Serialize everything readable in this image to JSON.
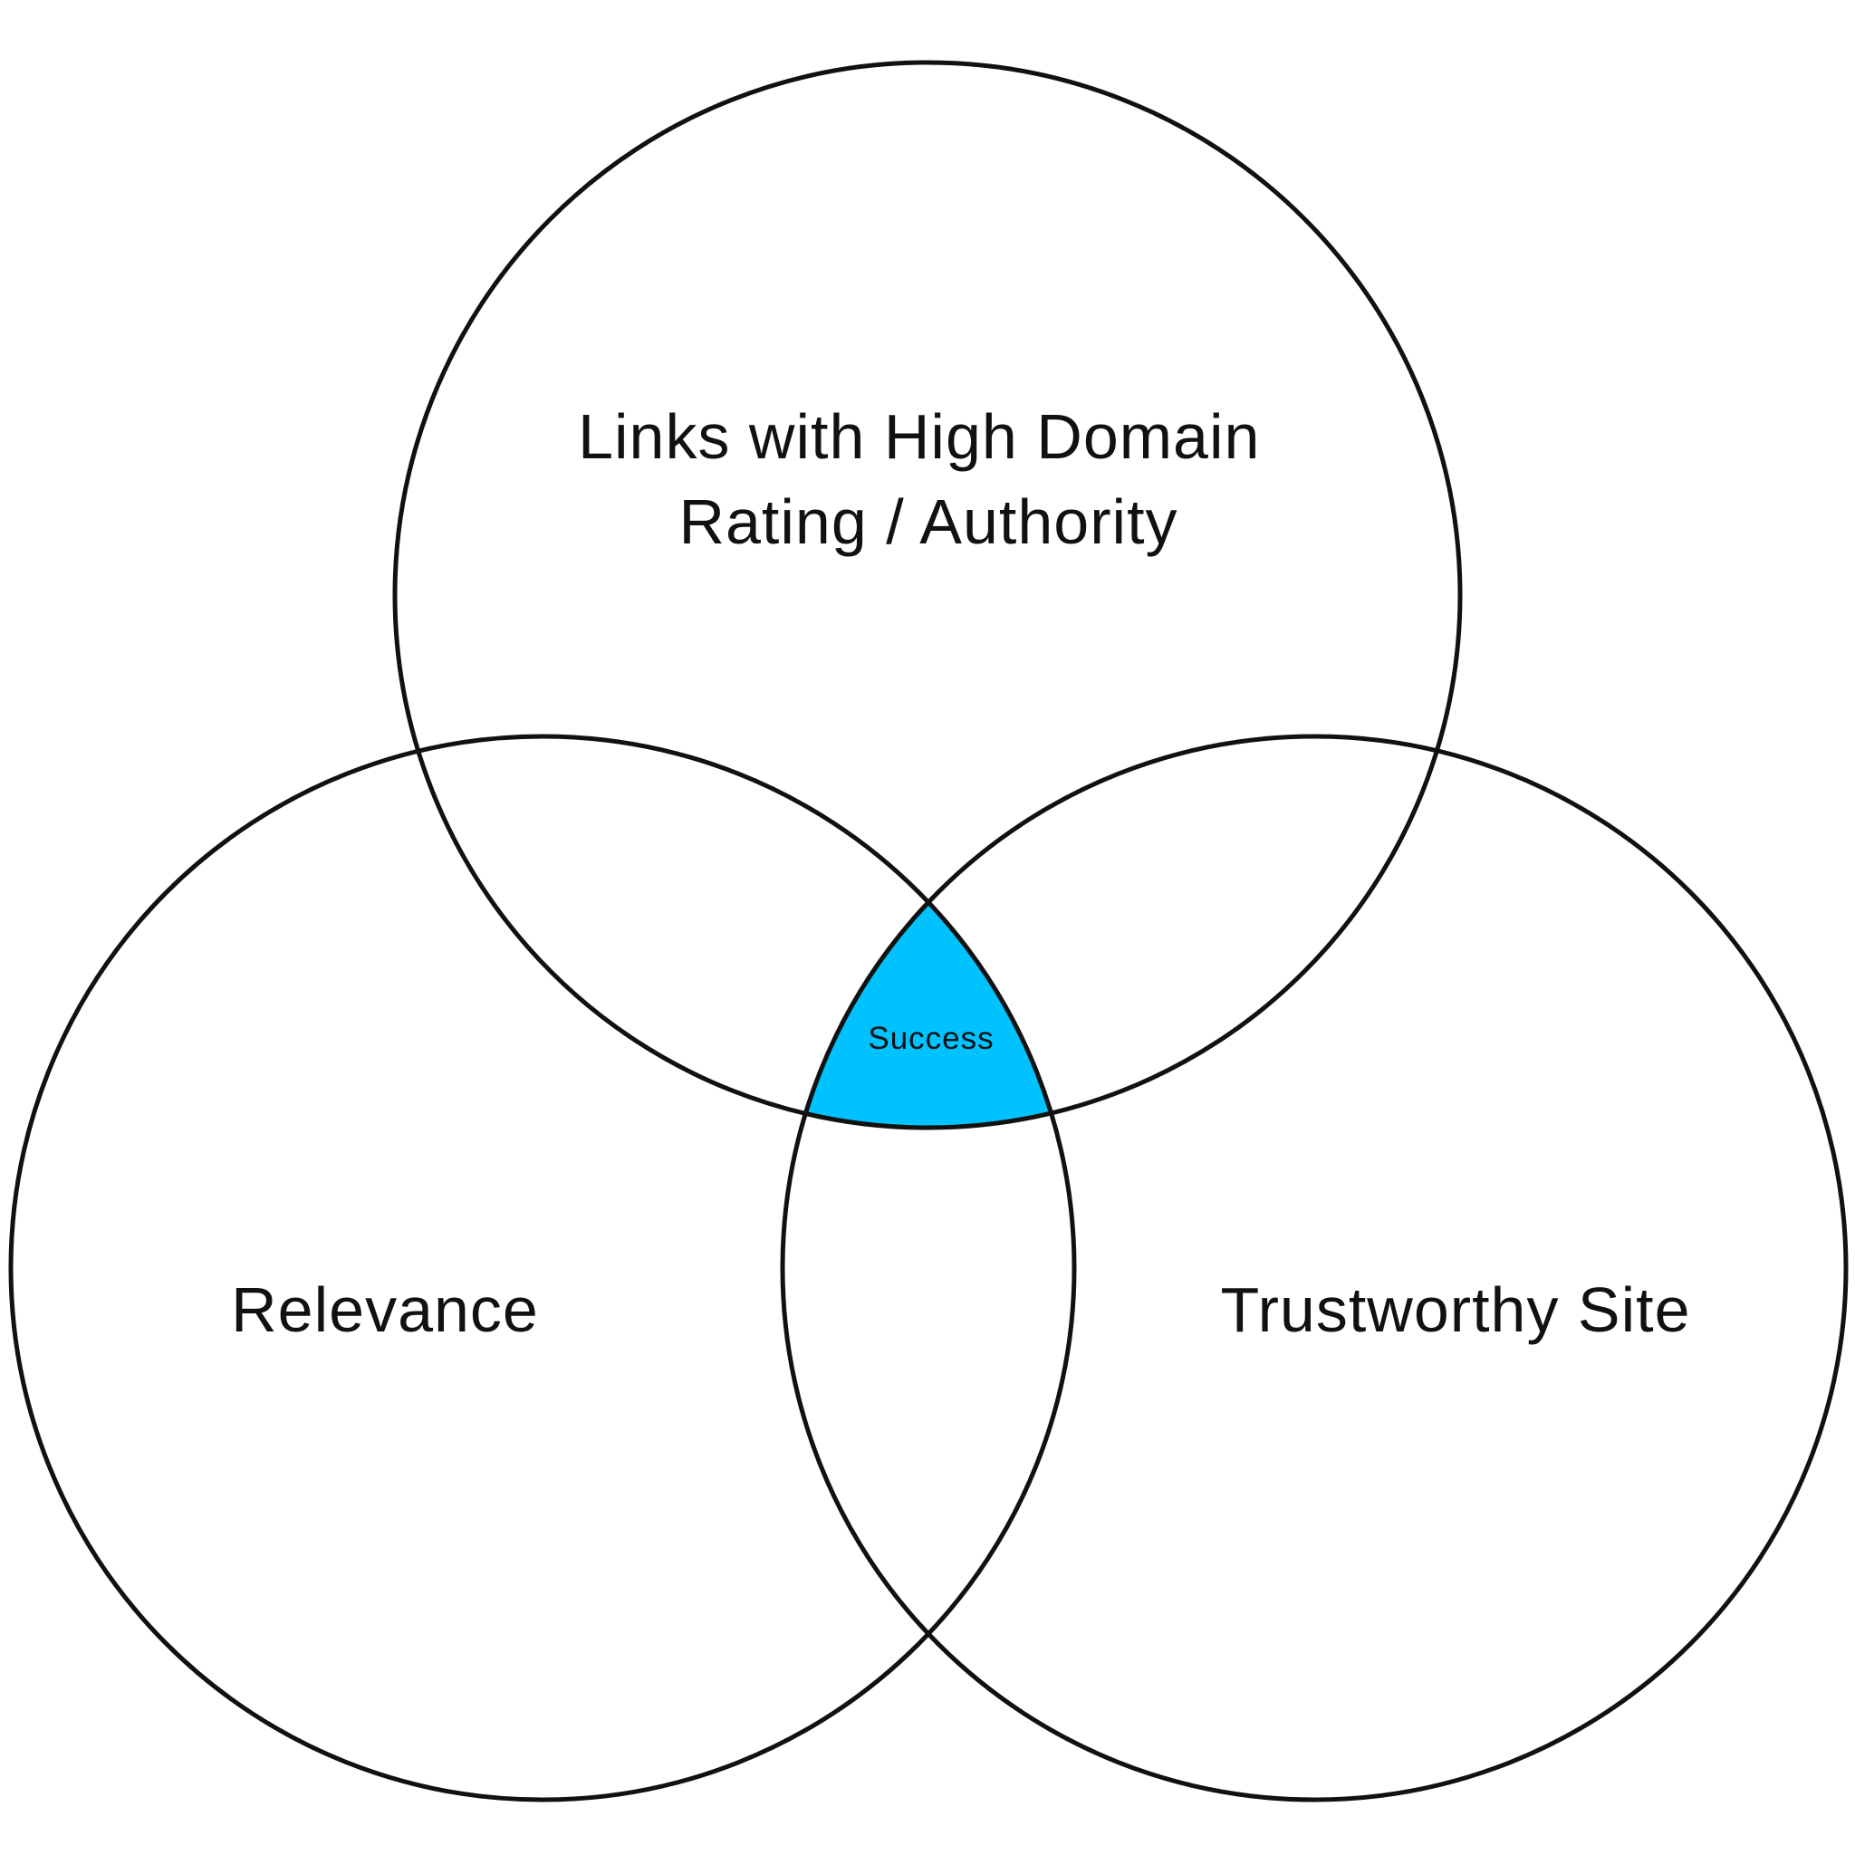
{
  "diagram": {
    "type": "venn",
    "sets": [
      {
        "id": "authority",
        "label_lines": [
          "Links with High Domain",
          "Rating / Authority"
        ]
      },
      {
        "id": "relevance",
        "label_lines": [
          "Relevance"
        ]
      },
      {
        "id": "trustworthy",
        "label_lines": [
          "Trustworthy Site"
        ]
      }
    ],
    "intersection": {
      "label": "Success",
      "fill_color": "#00C2FF",
      "text_color": "#FFFFFF"
    },
    "stroke_color": "#111111",
    "background_color": "#FFFFFF"
  }
}
